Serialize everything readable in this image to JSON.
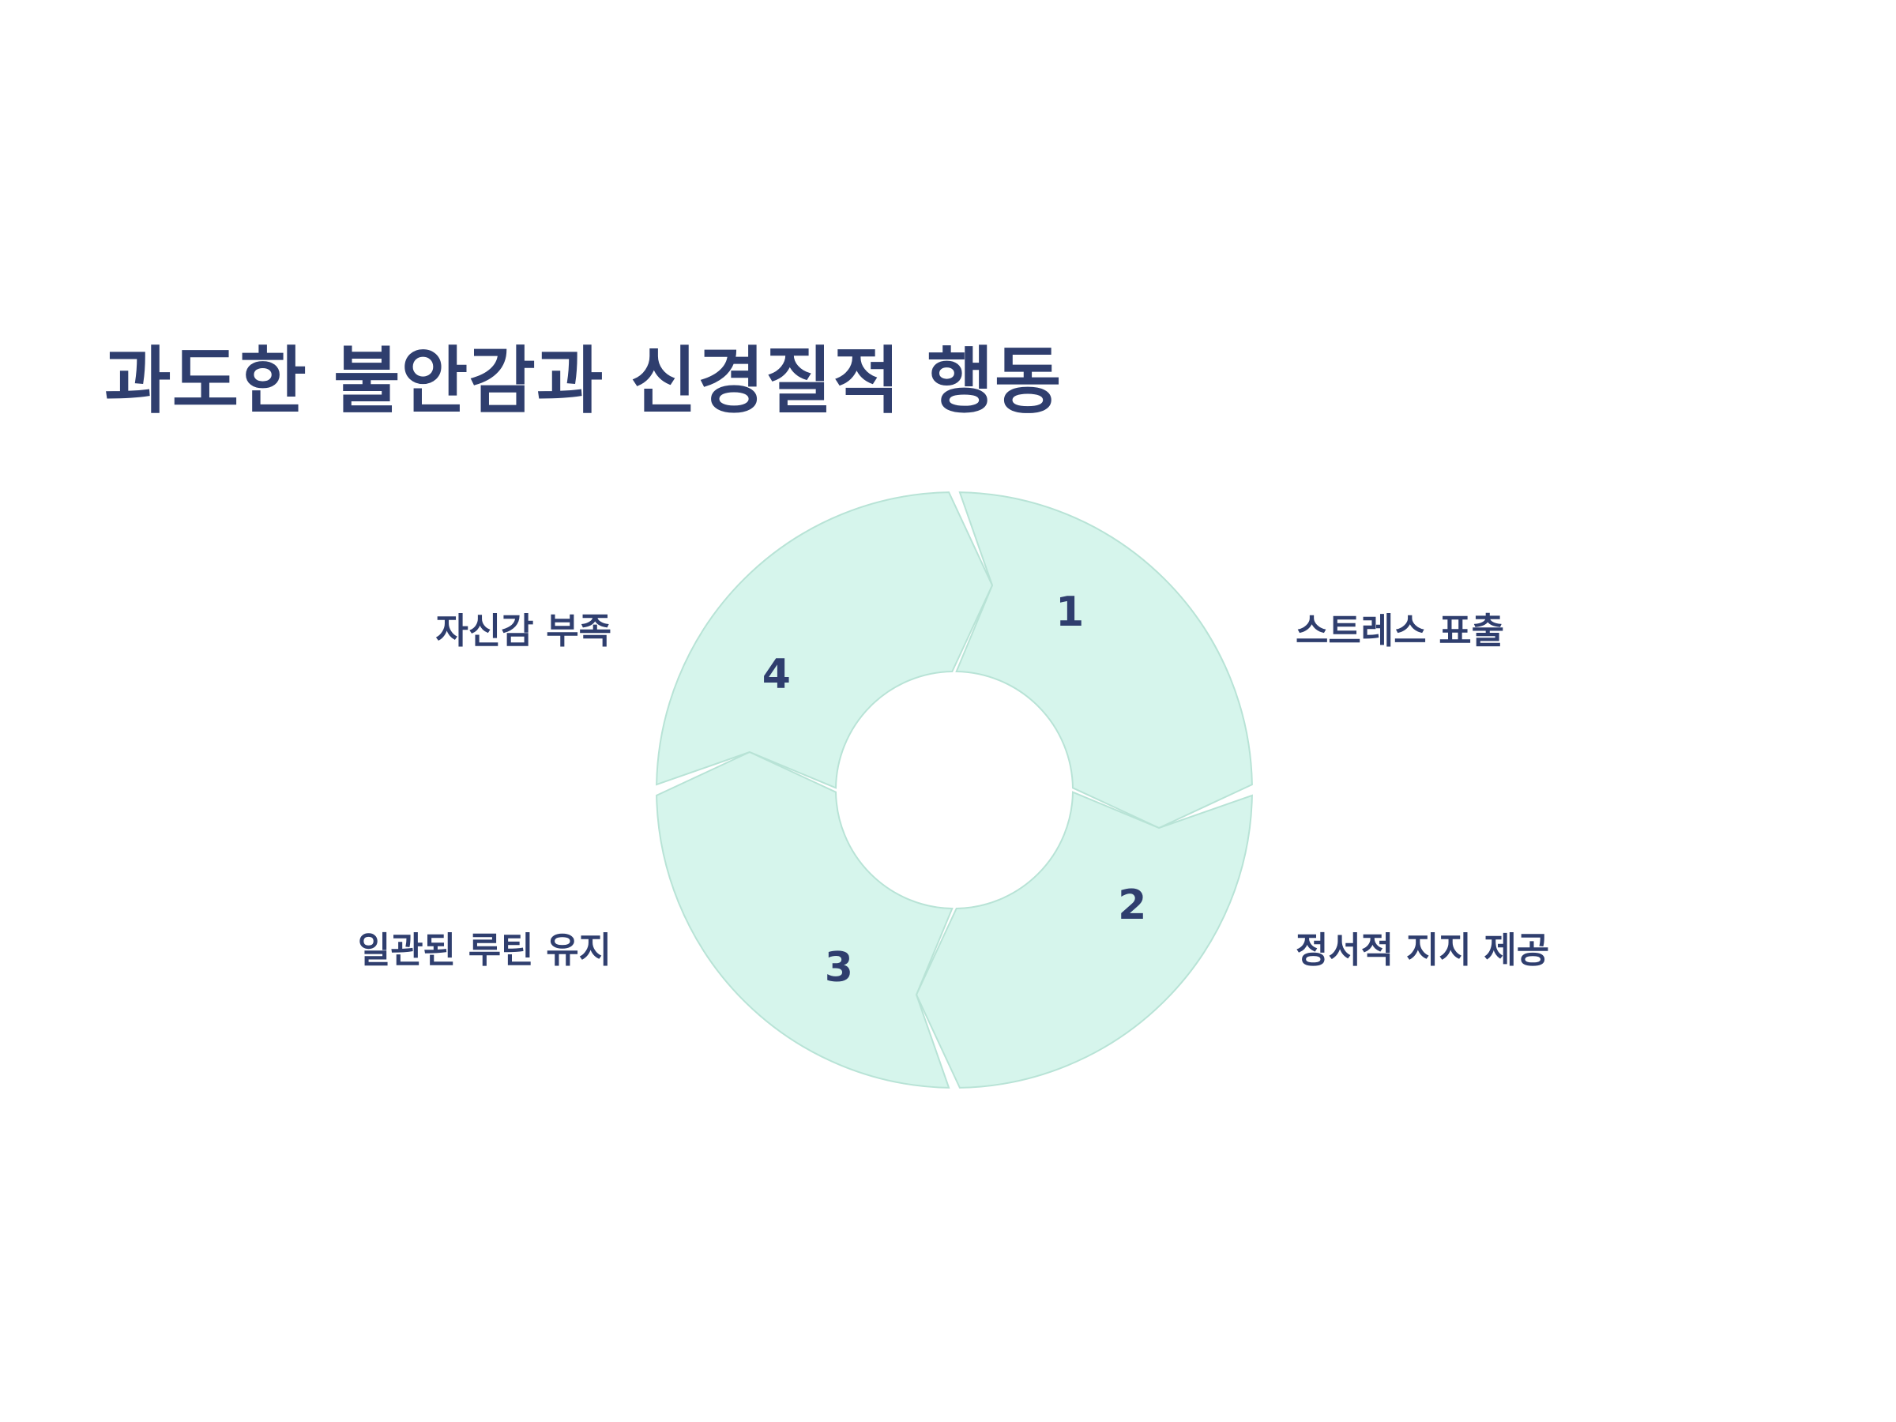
{
  "title": "과도한 불안감과 신경질적 행동",
  "colors": {
    "title": "#2f3e6e",
    "segment_fill": "#d6f5ec",
    "segment_stroke": "#b8e3d6",
    "text": "#2f3e6e",
    "background": "#ffffff"
  },
  "cycle": {
    "steps": [
      {
        "number": "1",
        "label": "자신감 부족"
      },
      {
        "number": "2",
        "label": "스트레스 표출"
      },
      {
        "number": "3",
        "label": "정서적 지지 제공"
      },
      {
        "number": "4",
        "label": "일관된 루틴 유지"
      }
    ]
  }
}
